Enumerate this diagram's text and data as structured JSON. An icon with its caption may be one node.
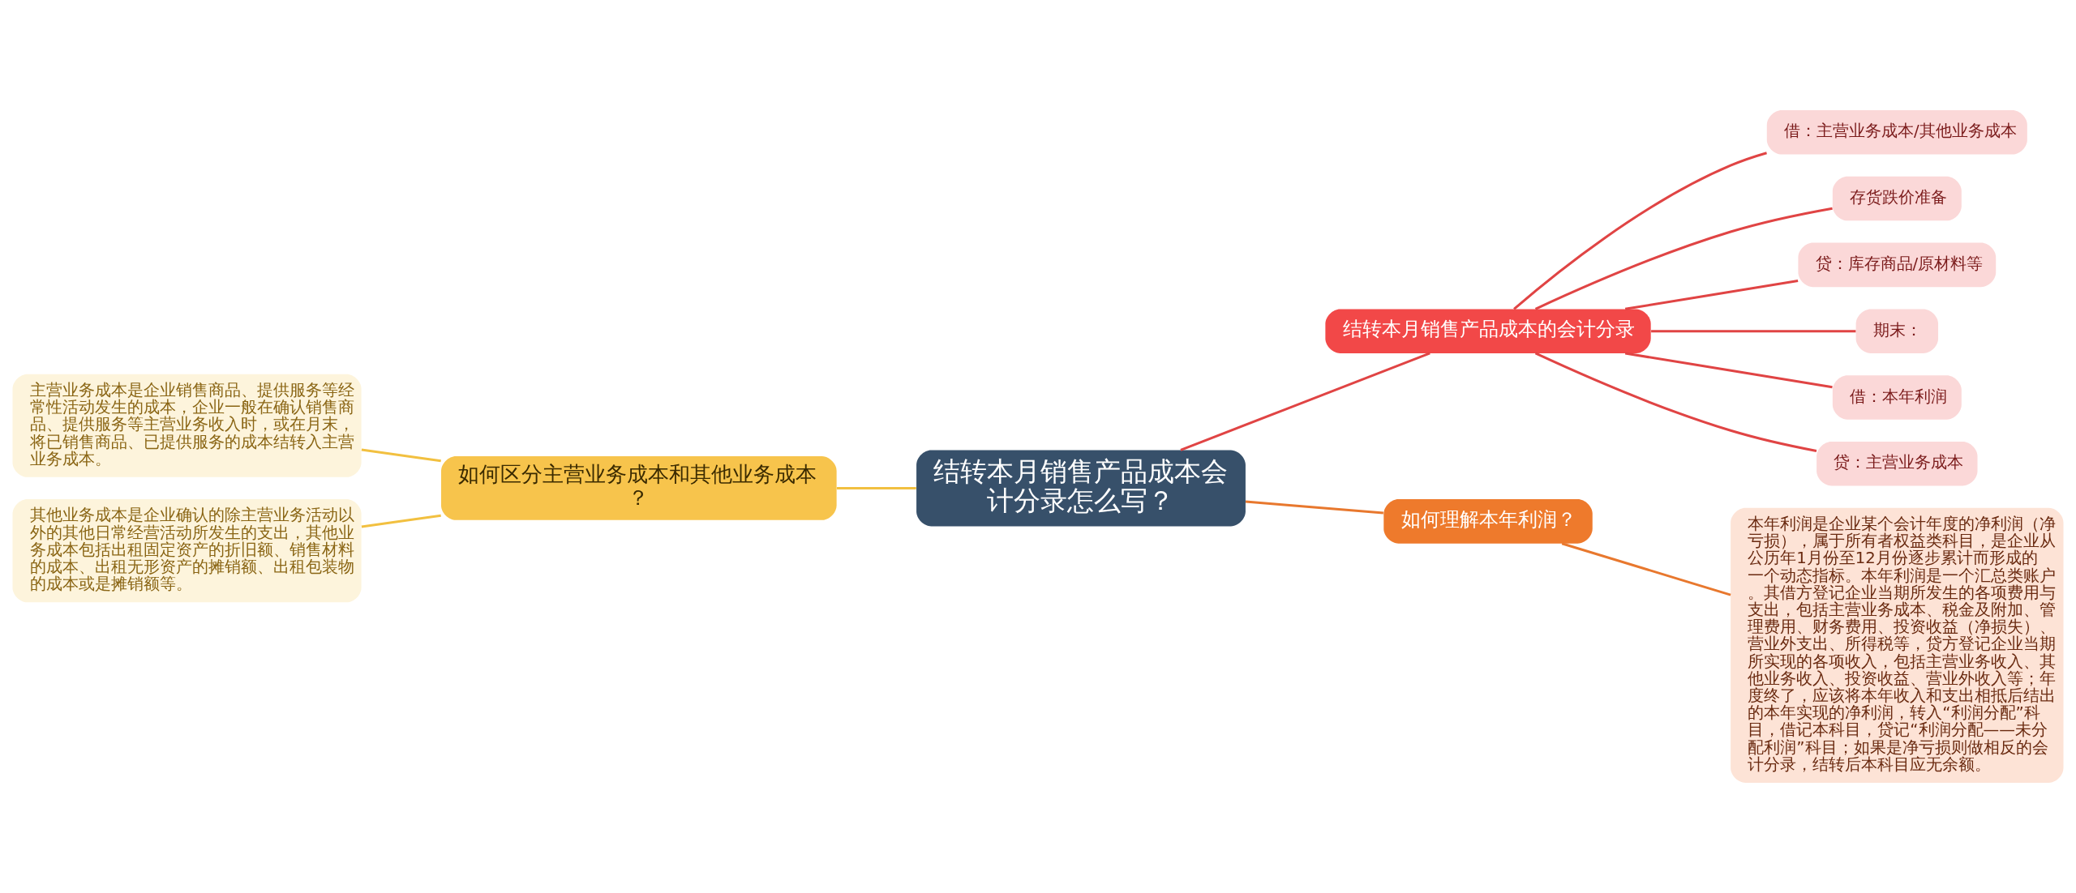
{
  "diagram": {
    "nodes": [
      {
        "text": [
          "结转本月销售产品成本会计分录怎么写？"
        ]
      },
      {
        "text": [
          "如何区分主营业务成本和其他业务成本？"
        ]
      },
      {
        "text": [
          "主营业务成本是企业销售商品、提供服务等经常性活动发生的成本，企业一般在确认销售商品、提供服务等主营业务收入时，或在月末，将已销售商品、已提供服务的成本结转入主营业务成本。"
        ]
      },
      {
        "text": [
          "其他业务成本是企业确认的除主营业务活动以外的其他日常经营活动所发生的支出，其他业务成本包括出租固定资产的折旧额、销售材料的成本、出租无形资产的摊销额、出租包装物的成本或是摊销额等。"
        ]
      },
      {
        "text": [
          "结转本月销售产品成本的会计分录"
        ]
      },
      {
        "text": [
          "借：主营业务成本/其他业务成本"
        ]
      },
      {
        "text": [
          "存货跌价准备"
        ]
      },
      {
        "text": [
          "贷：库存商品/原材料等"
        ]
      },
      {
        "text": [
          "期末："
        ]
      },
      {
        "text": [
          "借：本年利润"
        ]
      },
      {
        "text": [
          "贷：主营业务成本"
        ]
      },
      {
        "text": [
          "如何理解本年利润？"
        ]
      },
      {
        "text": [
          "本年利润是企业某个会计年度的净利润（净亏损），属于所有者权益类科目，是企业从公历年1月份至12月份逐步累计而形成的一个动态指标。本年利润是一个汇总类账户。其借方登记企业当期所发生的各项费用与支出，包括主营业务成本、税金及附加、管理费用、财务费用、投资收益（净损失）、营业外支出、所得税等，贷方登记企业当期所实现的各项收入，包括主营业务收入、其他业务收入、投资收益、营业外收入等；年度终了，应该将本年收入和支出相抵后结出的本年实现的净利润，转入“利润分配”科目，借记本科目，贷记“利润分配——未分配利润”科目；如果是净亏损则做相反的会计分录，结转后本科目应无余额。"
        ]
      }
    ],
    "edges": [
      {
        "from": 0,
        "to": 1,
        "arrow": "none",
        "color": "#f2c040"
      },
      {
        "from": 1,
        "to": 2,
        "arrow": "none",
        "color": "#f2c040"
      },
      {
        "from": 1,
        "to": 3,
        "arrow": "none",
        "color": "#f2c040"
      },
      {
        "from": 0,
        "to": 4,
        "arrow": "none"
      },
      {
        "from": 4,
        "to": 5,
        "arrow": "none"
      },
      {
        "from": 4,
        "to": 6,
        "arrow": "none"
      },
      {
        "from": 4,
        "to": 7,
        "arrow": "none"
      },
      {
        "from": 4,
        "to": 8,
        "arrow": "none"
      },
      {
        "from": 4,
        "to": 9,
        "arrow": "none"
      },
      {
        "from": 4,
        "to": 10,
        "arrow": "none"
      },
      {
        "from": 0,
        "to": 11,
        "arrow": "none",
        "color": "#e8782e"
      },
      {
        "from": 11,
        "to": 12,
        "arrow": "none",
        "color": "#e8782e"
      }
    ]
  }
}
